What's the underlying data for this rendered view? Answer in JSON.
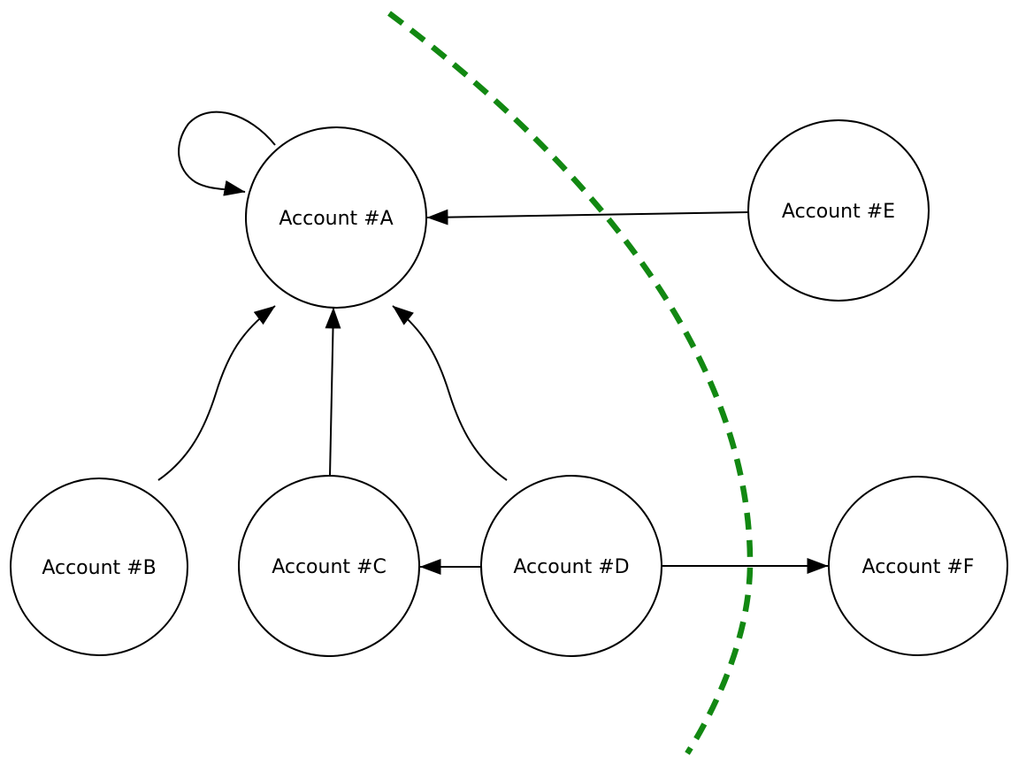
{
  "diagram": {
    "type": "directed-account-graph",
    "nodes": {
      "a": {
        "id": "A",
        "label": "Account #A"
      },
      "b": {
        "id": "B",
        "label": "Account #B"
      },
      "c": {
        "id": "C",
        "label": "Account #C"
      },
      "d": {
        "id": "D",
        "label": "Account #D"
      },
      "e": {
        "id": "E",
        "label": "Account #E"
      },
      "f": {
        "id": "F",
        "label": "Account #F"
      }
    },
    "edges": [
      {
        "source": "A",
        "target": "A",
        "style": "self-loop"
      },
      {
        "source": "B",
        "target": "A",
        "style": "curved"
      },
      {
        "source": "C",
        "target": "A",
        "style": "straight"
      },
      {
        "source": "D",
        "target": "A",
        "style": "curved"
      },
      {
        "source": "E",
        "target": "A",
        "style": "straight"
      },
      {
        "source": "D",
        "target": "C",
        "style": "straight"
      },
      {
        "source": "D",
        "target": "F",
        "style": "straight"
      }
    ],
    "partition_boundary": {
      "description": "green dashed curve separating nodes A,B,C,D from E,F crossing edges E-A and D-F",
      "style": "dashed"
    },
    "colors": {
      "node_outline": "#000000",
      "edge": "#000000",
      "label": "#000000",
      "boundary": "#128812",
      "background": "#ffffff"
    }
  }
}
